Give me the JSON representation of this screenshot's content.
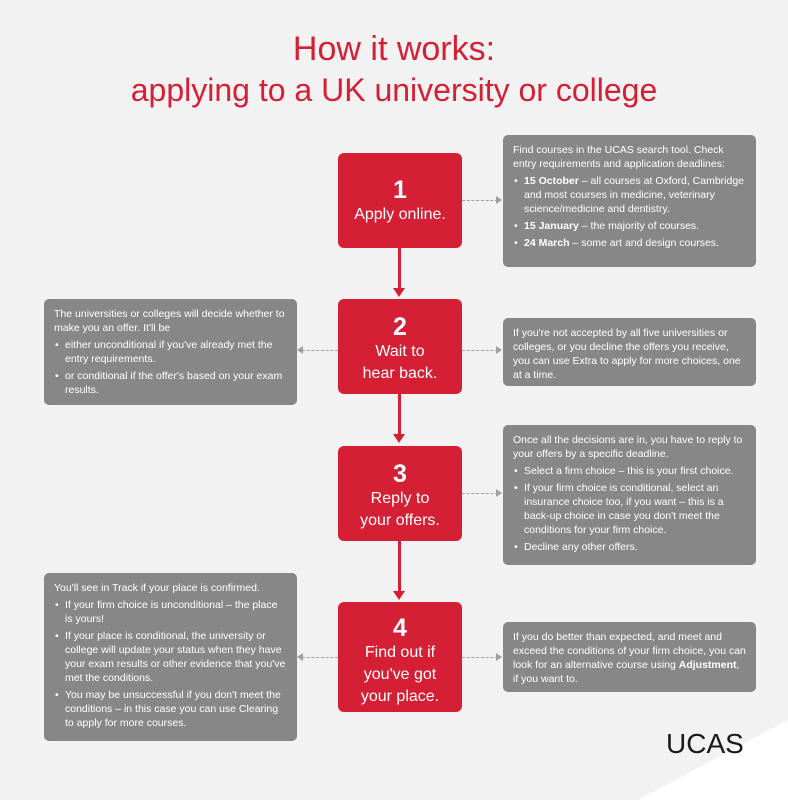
{
  "title": {
    "line1": "How it works:",
    "line2": "applying to a UK university or college"
  },
  "steps": [
    {
      "number": "1",
      "label": "Apply online."
    },
    {
      "number": "2",
      "label": "Wait to\nhear back."
    },
    {
      "number": "3",
      "label": "Reply to\nyour offers."
    },
    {
      "number": "4",
      "label": "Find out if\nyou've got\nyour place."
    }
  ],
  "box1": {
    "intro": "Find courses in the UCAS search tool. Check entry requirements and application deadlines:",
    "items": [
      {
        "bold": "15 October",
        "text": " – all courses at Oxford, Cambridge and most courses in medicine, veterinary science/medicine and dentistry."
      },
      {
        "bold": "15 January",
        "text": " – the majority of courses."
      },
      {
        "bold": "24 March",
        "text": " – some art and design courses."
      }
    ]
  },
  "box2": {
    "intro": "The universities or colleges will decide whether to make you an offer. It'll be",
    "items": [
      "either unconditional if you've already met the entry requirements.",
      "or conditional if the offer's based on your exam results."
    ]
  },
  "box3": {
    "text": "If you're not accepted by all five universities or colleges, or you decline the offers you receive, you can use Extra to apply for more choices, one at a time."
  },
  "box4": {
    "intro": "Once all the decisions are in, you have to reply to your offers by a specific deadline.",
    "items": [
      "Select a firm choice – this is your first choice.",
      "If your firm choice is conditional, select an insurance choice too, if you want – this is a back-up choice in case you don't meet the conditions for your firm choice.",
      "Decline any other offers."
    ]
  },
  "box5": {
    "intro": "You'll see in Track if your place is confirmed.",
    "items": [
      "If your firm choice is unconditional – the place is yours!",
      "If your place is conditional, the university or college will update your status when they have your exam results or other evidence that you've met the conditions.",
      "You may be unsuccessful if you don't meet the conditions – in this case you can use Clearing to apply for more courses."
    ]
  },
  "box6": {
    "text_before": "If you do better than expected, and meet and exceed the conditions of your firm choice, you can look for an alternative course using ",
    "bold": "Adjustment",
    "text_after": ", if you want to."
  },
  "logo": "UCAS",
  "colors": {
    "accent": "#d41f35",
    "box": "#878787",
    "background": "#f2f2f2"
  }
}
